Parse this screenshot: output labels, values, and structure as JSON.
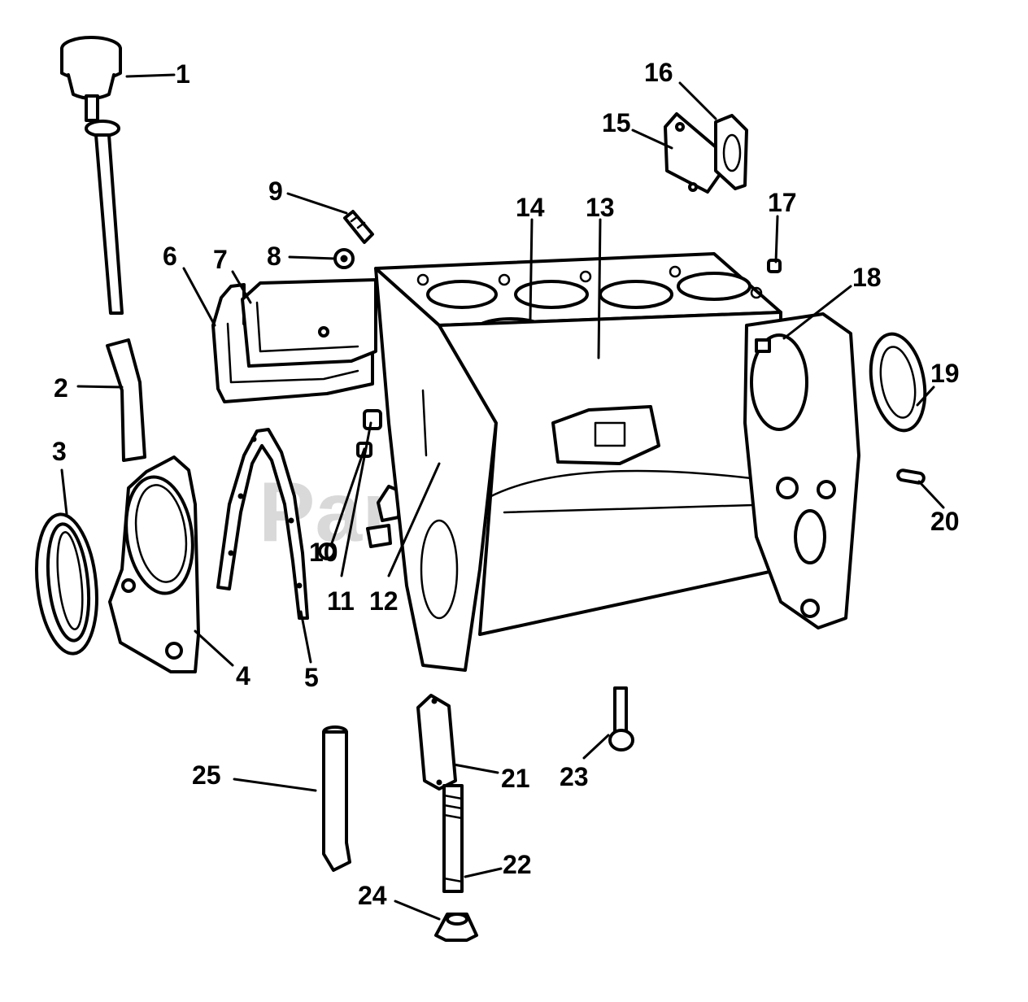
{
  "watermark": {
    "text": "PartsTree",
    "trademark": "™"
  },
  "callouts": [
    "1",
    "2",
    "3",
    "4",
    "5",
    "6",
    "7",
    "8",
    "9",
    "10",
    "11",
    "12",
    "13",
    "14",
    "15",
    "16",
    "17",
    "18",
    "19",
    "20",
    "21",
    "22",
    "23",
    "24",
    "25"
  ]
}
